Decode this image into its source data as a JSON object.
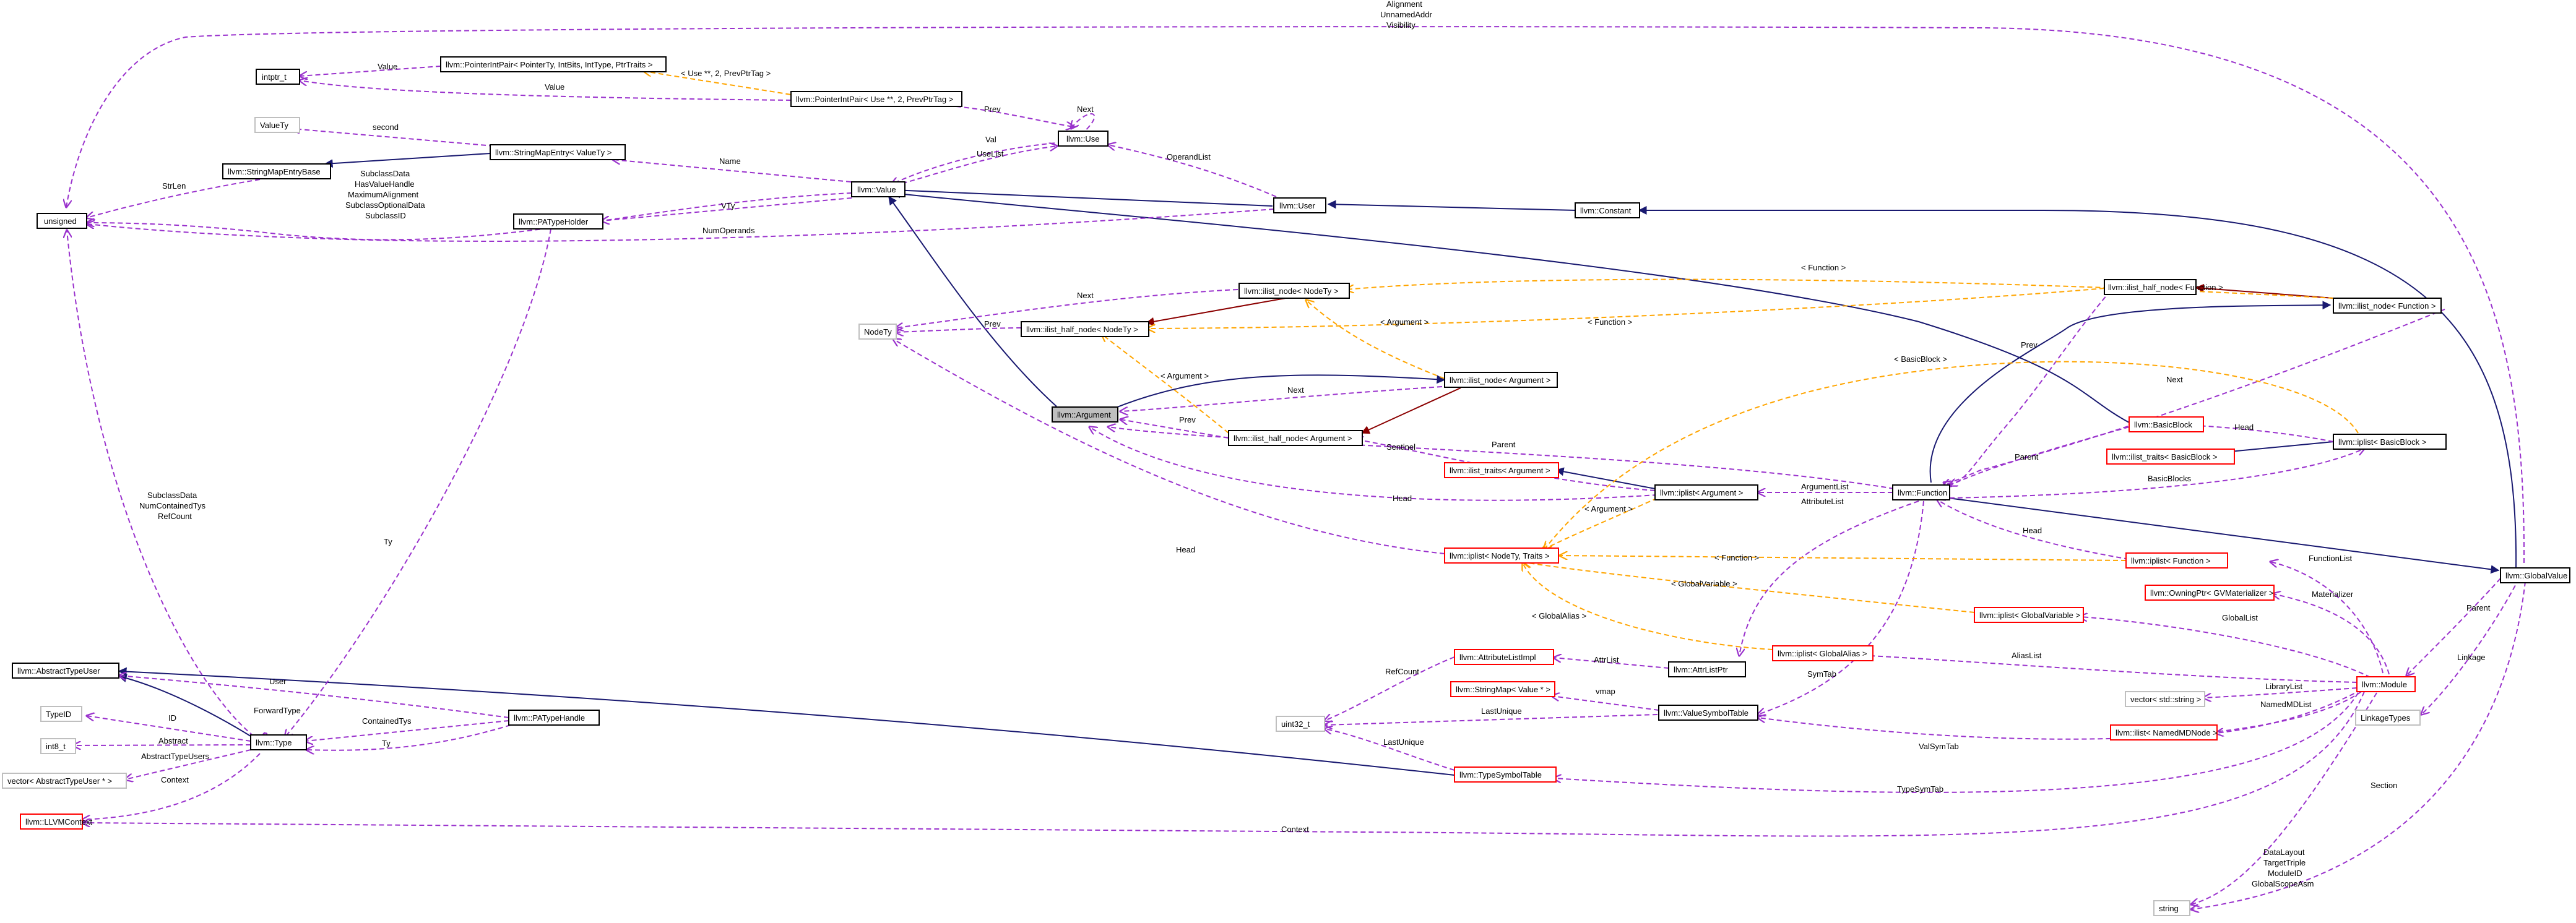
{
  "colors": {
    "inherit": "#191970",
    "usage": "#9a32cd",
    "template": "#ffa500",
    "darkred": "#8b0000",
    "node_border": "#000000",
    "node_border_missing": "#ff0000",
    "node_border_external": "#bfbfbf",
    "focus_fill": "#bfbfbf"
  },
  "nodes": {
    "argument": "llvm::Argument",
    "value": "llvm::Value",
    "use": "llvm::Use",
    "user": "llvm::User",
    "constant": "llvm::Constant",
    "globalvalue": "llvm::GlobalValue",
    "pointerint_ptr": "llvm::PointerIntPair< PointerTy, IntBits, IntType, PtrTraits >",
    "pointerint_use": "llvm::PointerIntPair< Use **, 2, PrevPtrTag >",
    "intptr": "intptr_t",
    "valuety": "ValueTy",
    "stringmapentry": "llvm::StringMapEntry< ValueTy >",
    "stringmapentrybase": "llvm::StringMapEntryBase",
    "unsigned": "unsigned",
    "patypeholder": "llvm::PATypeHolder",
    "nodety": "NodeTy",
    "ilist_node_nodety": "llvm::ilist_node< NodeTy >",
    "ilist_half_node_nodety": "llvm::ilist_half_node< NodeTy >",
    "ilist_node_argument": "llvm::ilist_node< Argument >",
    "ilist_half_node_argument": "llvm::ilist_half_node< Argument >",
    "ilist_traits_argument": "llvm::ilist_traits< Argument >",
    "iplist_argument": "llvm::iplist< Argument >",
    "iplist_nodety": "llvm::iplist< NodeTy, Traits >",
    "ilist_half_node_function": "llvm::ilist_half_node< Function >",
    "ilist_node_function": "llvm::ilist_node< Function >",
    "basicblock": "llvm::BasicBlock",
    "ilist_traits_basicblock": "llvm::ilist_traits< BasicBlock >",
    "iplist_basicblock": "llvm::iplist< BasicBlock >",
    "function": "llvm::Function",
    "iplist_function": "llvm::iplist< Function >",
    "owningptr": "llvm::OwningPtr< GVMaterializer >",
    "iplist_globalvariable": "llvm::iplist< GlobalVariable >",
    "iplist_globalalias": "llvm::iplist< GlobalAlias >",
    "module": "llvm::Module",
    "vector_string": "vector< std::string >",
    "ilist_namedmdnode": "llvm::ilist< NamedMDNode >",
    "linkagetypes": "LinkageTypes",
    "attrlistptr": "llvm::AttrListPtr",
    "attributelistimpl": "llvm::AttributeListImpl",
    "stringmap_value": "llvm::StringMap< Value * >",
    "valuesymboltable": "llvm::ValueSymbolTable",
    "uint32": "uint32_t",
    "typesymboltable": "llvm::TypeSymbolTable",
    "string": "string",
    "abstracttypeuser": "llvm::AbstractTypeUser",
    "typeid": "TypeID",
    "int8": "int8_t",
    "vector_abstracttypeuser": "vector< AbstractTypeUser * >",
    "type": "llvm::Type",
    "patypehandle": "llvm::PATypeHandle",
    "llvmcontext": "llvm::LLVMContext"
  },
  "edge_labels": {
    "alignment_group": [
      "Alignment",
      "UnnamedAddr",
      "Visibility"
    ],
    "value_intptr": "Value",
    "value_use_ptrpair": "Value",
    "use_prevptrtag": "< Use **, 2, PrevPtrTag >",
    "next_use": "Next",
    "prev_use": "Prev",
    "val": "Val",
    "uselist": "UseList",
    "operandlist": "OperandList",
    "second": "second",
    "strlen": "StrLen",
    "name": "Name",
    "value_unsigned_group": [
      "SubclassData",
      "HasValueHandle",
      "MaximumAlignment",
      "SubclassOptionalData",
      "SubclassID"
    ],
    "vty": "VTy",
    "numoperands": "NumOperands",
    "next_nodety": "Next",
    "prev_nodety": "Prev",
    "function_tmpl_1": "< Function >",
    "argument_tmpl_1": "< Argument >",
    "function_tmpl_2": "< Function >",
    "basicblock_tmpl_1": "< BasicBlock >",
    "prev_function": "Prev",
    "next_function": "Next",
    "argument_tmpl_2": "< Argument >",
    "next_argument": "Next",
    "prev_argument": "Prev",
    "parent_argument": "Parent",
    "sentinel": "Sentinel",
    "head_basicblock": "Head",
    "parent_basicblock": "Parent",
    "basicblocks": "BasicBlocks",
    "argumentlist": "ArgumentList",
    "head_argument": "Head",
    "attributelist": "AttributeList",
    "argument_tmpl_3": "< Argument >",
    "head_function": "Head",
    "head_nodety": "Head",
    "function_tmpl_3": "< Function >",
    "functionlist": "FunctionList",
    "materializer": "Materializer",
    "globalvariable_tmpl": "< GlobalVariable >",
    "globallist": "GlobalList",
    "globalalias_tmpl": "< GlobalAlias >",
    "aliaslist": "AliasList",
    "parent_globalvalue": "Parent",
    "linkage": "Linkage",
    "symtab": "SymTab",
    "refcount": "RefCount",
    "attrlist": "AttrList",
    "vmap": "vmap",
    "lastunique_vst": "LastUnique",
    "lastunique_tst": "LastUnique",
    "librarylist": "LibraryList",
    "namedmdlist": "NamedMDList",
    "valsymtab": "ValSymTab",
    "typesymtab": "TypeSymTab",
    "context_module": "Context",
    "section": "Section",
    "module_string_group": [
      "DataLayout",
      "TargetTriple",
      "ModuleID",
      "GlobalScopeAsm"
    ],
    "type_unsigned_group": [
      "SubclassData",
      "NumContainedTys",
      "RefCount"
    ],
    "ty_patypeholder": "Ty",
    "user": "User",
    "forwardtype": "ForwardType",
    "id": "ID",
    "containedtys": "ContainedTys",
    "abstract": "Abstract",
    "ty_patypehandle": "Ty",
    "abstracttypeusers": "AbstractTypeUsers",
    "context_type": "Context"
  }
}
